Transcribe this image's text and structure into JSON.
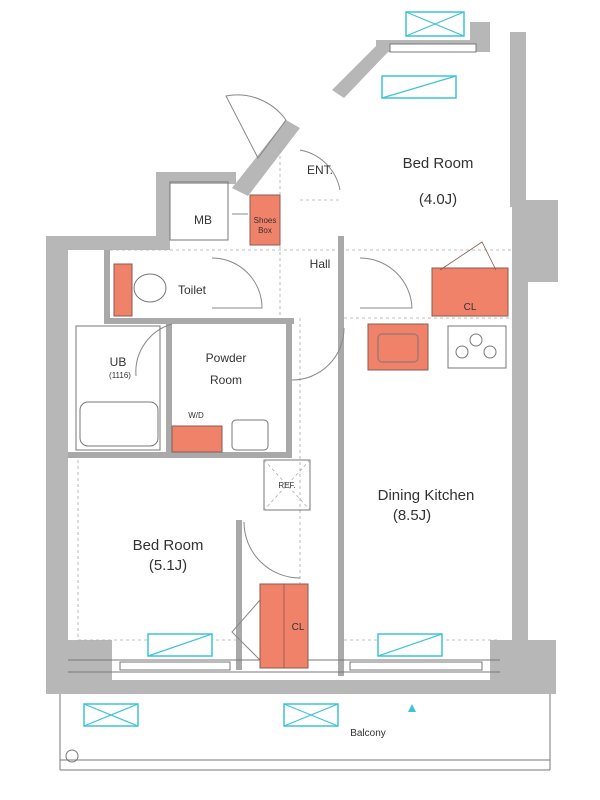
{
  "rooms": {
    "bedroom_a": {
      "name": "Bed Room",
      "size": "(4.0J)"
    },
    "bedroom_b": {
      "name": "Bed Room",
      "size": "(5.1J)"
    },
    "dining_kitchen": {
      "name": "Dining Kitchen",
      "size": "(8.5J)"
    },
    "entrance": "ENT.",
    "hall": "Hall",
    "toilet": "Toilet",
    "powder_room": {
      "line1": "Powder",
      "line2": "Room"
    },
    "unit_bath": {
      "name": "UB",
      "size": "(1116)"
    },
    "meter_box": "MB",
    "balcony": "Balcony"
  },
  "fixtures": {
    "shoes_box": {
      "line1": "Shoes",
      "line2": "Box"
    },
    "closet_a": "CL",
    "closet_b": "CL",
    "washer": "W/D",
    "fridge": "REF."
  },
  "colors": {
    "wall": "#b7b7b7",
    "fixture": "#f0826a",
    "aircon": "#3ec3d6"
  }
}
